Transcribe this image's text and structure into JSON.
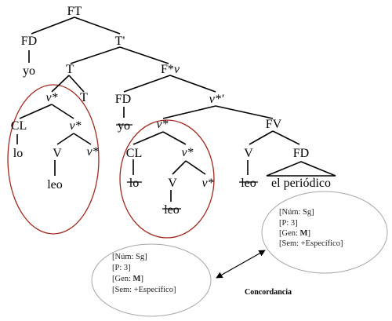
{
  "tree": {
    "root": "FT",
    "fd_subject": "FD",
    "yo": "yo",
    "t_bar": "T'",
    "t": "T",
    "f_v": "F*",
    "f_v_italic": "v",
    "v_star_1": "v*",
    "t_head": "T",
    "cl_1": "CL",
    "v_star_1b": "v*",
    "lo_1": "lo",
    "v_1": "V",
    "v_star_1c": "v*",
    "leo_1": "leo",
    "fd_2": "FD",
    "yo_2": "yo",
    "v_star_bar": "v*'",
    "v_star_2": "v*",
    "fv": "FV",
    "cl_2": "CL",
    "v_star_2b": "v*",
    "lo_2": "lo",
    "v_2": "V",
    "v_star_2c": "v*",
    "leo_2": "leo",
    "v_3": "V",
    "fd_3": "FD",
    "leo_3": "leo",
    "el_periodico": "el periódico"
  },
  "features_left": {
    "num": "[Núm: Sg]",
    "p": "[P: 3]",
    "gen_prefix": "[Gen: ",
    "gen_value": "M",
    "gen_suffix": "]",
    "sem": "[Sem: +Específico]"
  },
  "features_right": {
    "num": "[Núm: Sg]",
    "p": "[P: 3]",
    "gen_prefix": "[Gen: ",
    "gen_value": "M",
    "gen_suffix": "]",
    "sem": "[Sem: +Específico]"
  },
  "caption": "Concordancia",
  "colors": {
    "tree": "#000000",
    "red_ring": "#a02a1e",
    "grey_ring": "#a6a6a6"
  }
}
